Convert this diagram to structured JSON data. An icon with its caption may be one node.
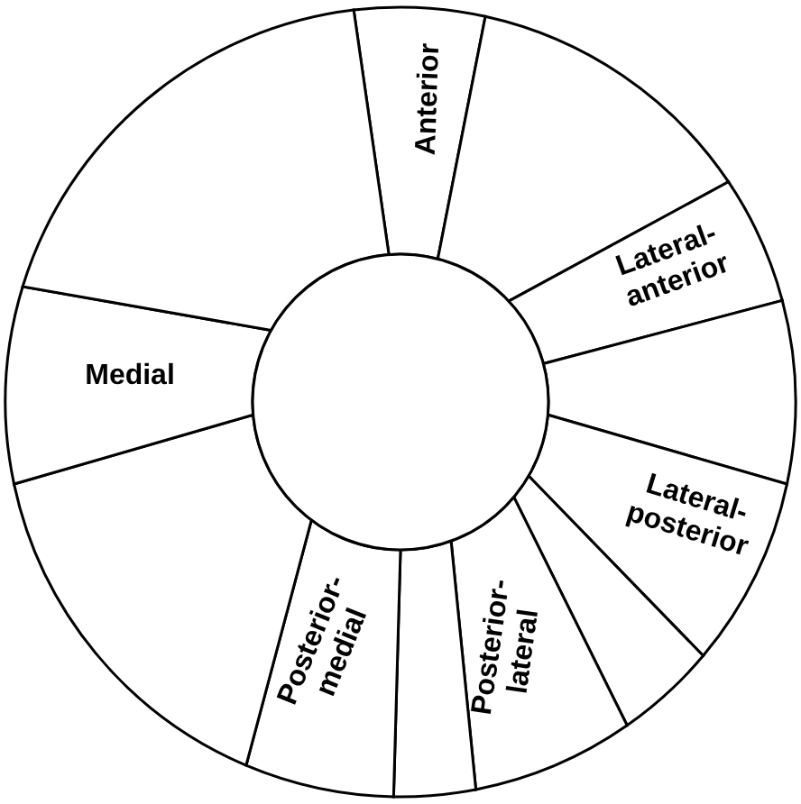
{
  "diagram": {
    "nodes": [
      {
        "text": [
          "Anterior"
        ]
      },
      {
        "text": [],
        "shape": "sector"
      },
      {
        "text": [
          "Lateral- anterior"
        ]
      },
      {
        "text": [],
        "shape": "sector"
      },
      {
        "text": [
          "Lateral- posterior"
        ]
      },
      {
        "text": [],
        "shape": "sector"
      },
      {
        "text": [
          "Posterior- lateral"
        ]
      },
      {
        "text": [],
        "shape": "sector"
      },
      {
        "text": [
          "Posterior- medial"
        ]
      },
      {
        "text": [],
        "shape": "sector"
      },
      {
        "text": [
          "Medial"
        ]
      },
      {
        "text": [],
        "shape": "sector"
      },
      {
        "text": [],
        "shape": "circle"
      }
    ]
  }
}
